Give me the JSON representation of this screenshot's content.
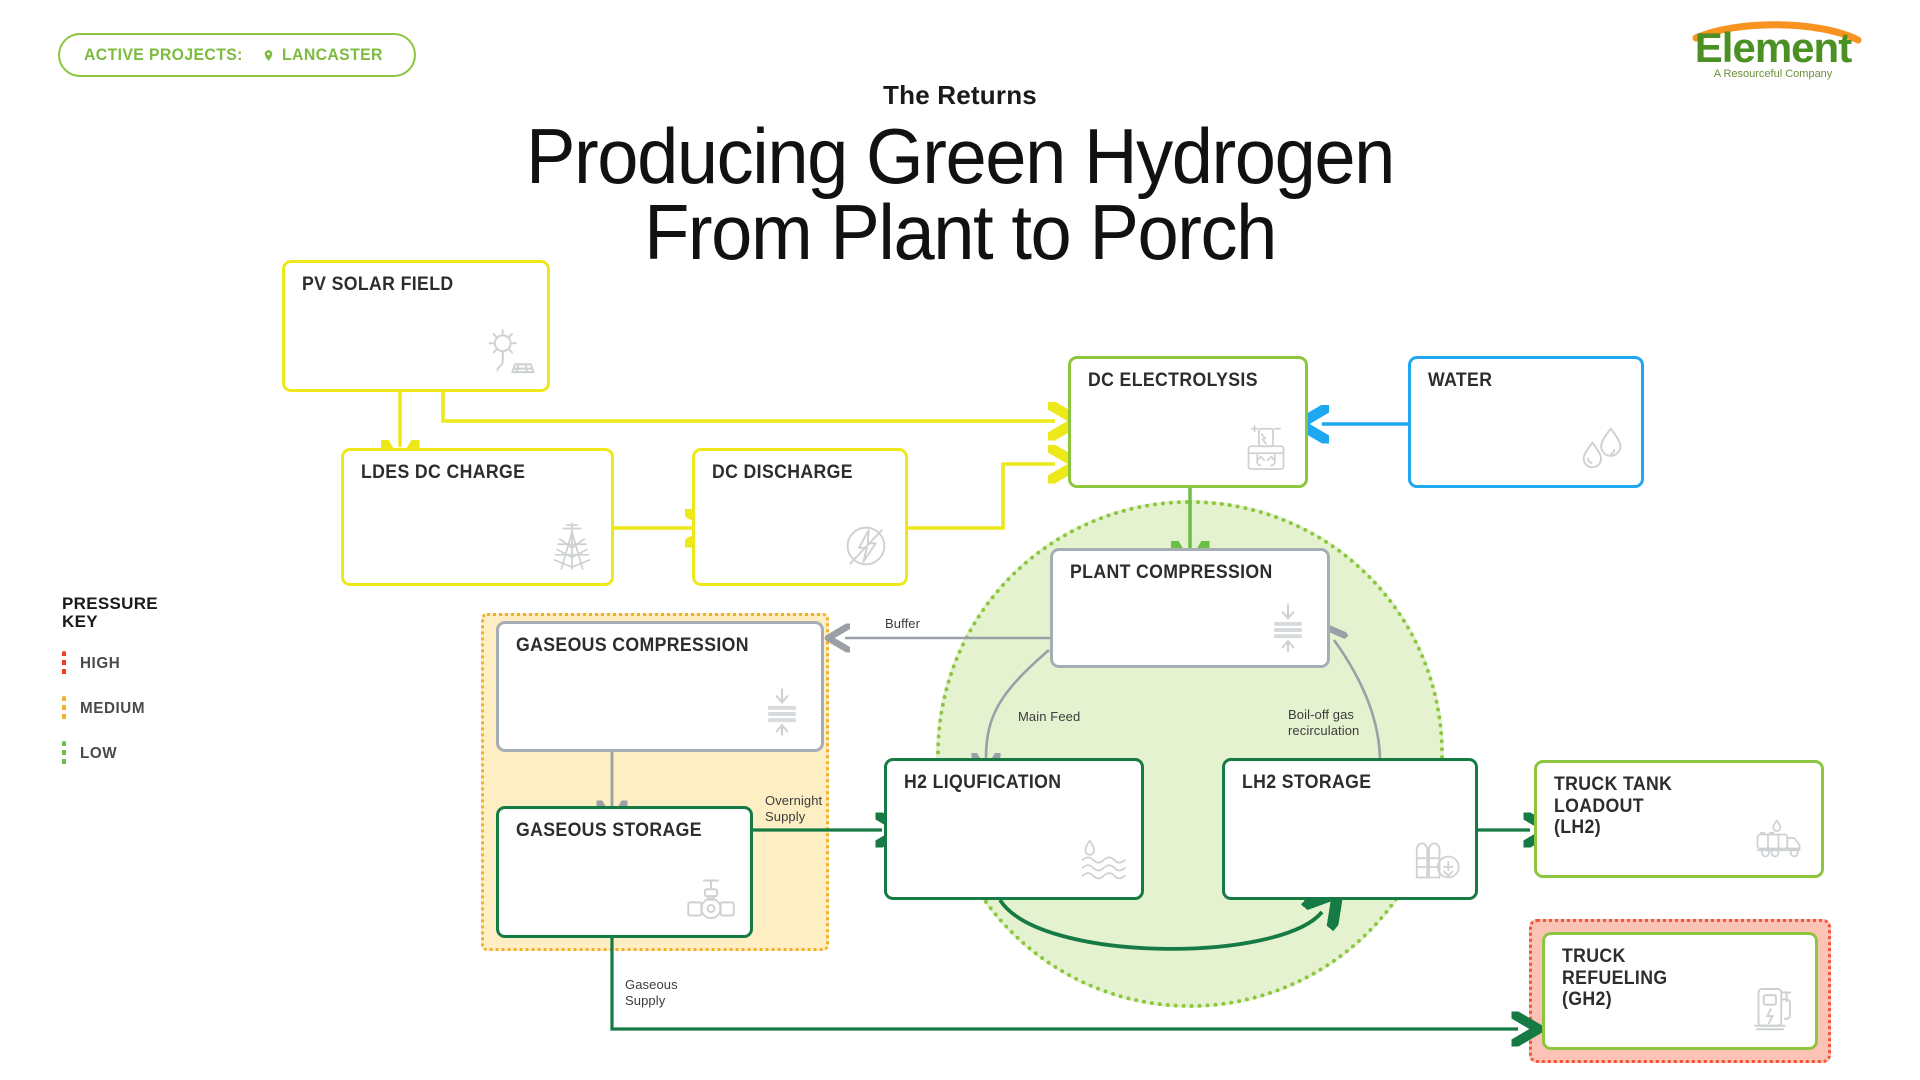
{
  "badge": {
    "label": "ACTIVE PROJECTS:",
    "location": "LANCASTER",
    "icon": "map-pin-icon",
    "color": "#7dbb3f"
  },
  "logo": {
    "name": "Element",
    "tagline": "A Resourceful Company",
    "green": "#4a9022",
    "orange": "#f7931e"
  },
  "header": {
    "kicker": "The Returns",
    "title_line1": "Producing Green Hydrogen",
    "title_line2": "From Plant to Porch"
  },
  "pressure_key": {
    "title_line1": "PRESSURE",
    "title_line2": "KEY",
    "items": [
      {
        "label": "HIGH",
        "color": "#ef3e23"
      },
      {
        "label": "MEDIUM",
        "color": "#f2b02e"
      },
      {
        "label": "LOW",
        "color": "#6cbe45"
      }
    ]
  },
  "nodes": [
    {
      "id": "pv-solar-field",
      "label": "PV SOLAR FIELD",
      "icon": "solar-panel-icon",
      "border": "#ece81a"
    },
    {
      "id": "ldes-dc-charge",
      "label": "LDES DC CHARGE",
      "icon": "pylon-icon",
      "border": "#ece81a"
    },
    {
      "id": "dc-discharge",
      "label": "DC DISCHARGE",
      "icon": "bolt-circle-icon",
      "border": "#ece81a"
    },
    {
      "id": "dc-electrolysis",
      "label": "DC ELECTROLYSIS",
      "icon": "electrolyzer-icon",
      "border": "#8cc63f"
    },
    {
      "id": "water",
      "label": "WATER",
      "icon": "water-drops-icon",
      "border": "#1fa7f0"
    },
    {
      "id": "plant-compression",
      "label": "PLANT COMPRESSION",
      "icon": "compressor-icon",
      "border": "#a7adb4"
    },
    {
      "id": "gaseous-compression",
      "label": "GASEOUS COMPRESSION",
      "icon": "compressor-icon",
      "border": "#a7adb4"
    },
    {
      "id": "gaseous-storage",
      "label": "GASEOUS STORAGE",
      "icon": "valve-icon",
      "border": "#157a43"
    },
    {
      "id": "h2-liquefaction",
      "label": "H2 LIQUFICATION",
      "icon": "liquid-waves-icon",
      "border": "#157a43"
    },
    {
      "id": "lh2-storage",
      "label": "LH2 STORAGE",
      "icon": "storage-tanks-icon",
      "border": "#157a43"
    },
    {
      "id": "truck-tank-loadout",
      "label": "TRUCK TANK\nLOADOUT\n(LH2)",
      "icon": "tanker-truck-icon",
      "border": "#8cc63f"
    },
    {
      "id": "truck-refueling",
      "label": "TRUCK\nREFUELING\n(GH2)",
      "icon": "fuel-pump-icon",
      "border": "#8cc63f"
    }
  ],
  "flow_labels": {
    "buffer": "Buffer",
    "main_feed": "Main Feed",
    "boil_off": "Boil-off gas\nrecirculation",
    "overnight_supply": "Overnight\nSupply",
    "gaseous_supply": "Gaseous\nSupply"
  },
  "regions": {
    "gaseous_region": {
      "name": "medium-pressure-region",
      "border": "#f2b02e",
      "fill": "#fdeec4"
    },
    "refueling_region": {
      "name": "high-pressure-region",
      "border": "#f4553a",
      "fill": "#fbc2b6"
    },
    "cryo_circle": {
      "name": "low-pressure-circle",
      "border": "#8cc63f",
      "fill": "#e4f2cf"
    }
  },
  "wire_colors": {
    "power": "#ece81a",
    "water": "#1fa7f0",
    "electrolysis": "#6cbe45",
    "gray": "#9aa0a6",
    "hydrogen": "#157a43"
  }
}
